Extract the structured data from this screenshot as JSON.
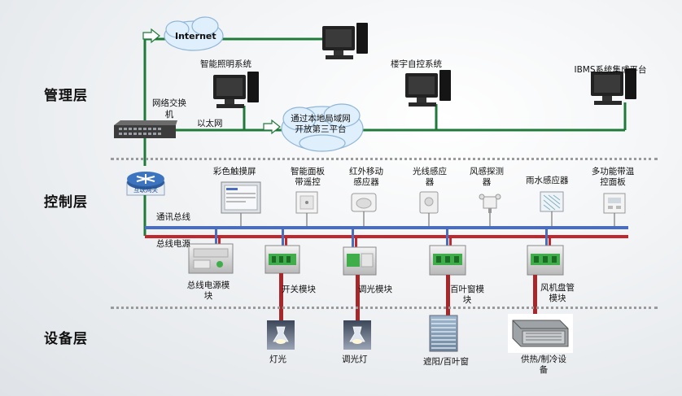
{
  "layers": {
    "management": "管理层",
    "control": "控制层",
    "device": "设备层"
  },
  "management": {
    "internet": "Internet",
    "switch": "网络交换机",
    "ethernet": "以太网",
    "lighting_system": "智能照明系统",
    "building_control": "楼宇自控系统",
    "ibms": "IBMS系统集成平台",
    "third_party": "通过本地局域网开放第三平台"
  },
  "control": {
    "gateway_badge": "互联网关",
    "comm_bus": "通讯总线",
    "power_bus": "总线电源",
    "touch_screen": "彩色触摸屏",
    "smart_panel": "智能面板带遥控",
    "pir_sensor": "红外移动感应器",
    "light_sensor": "光线感应器",
    "wind_sensor": "风感探测器",
    "rain_sensor": "雨水感应器",
    "multi_panel": "多功能带温控面板"
  },
  "modules": {
    "power_module": "总线电源模块",
    "switch_module": "开关模块",
    "dimmer_module": "调光模块",
    "blind_module": "百叶窗模块",
    "fancoil_module": "风机盘管模块"
  },
  "devices": {
    "light": "灯光",
    "dimmable_light": "调光灯",
    "blinds": "遮阳/百叶窗",
    "hvac": "供热/制冷设备"
  },
  "colors": {
    "ethernet_line": "#1f7a3a",
    "comm_bus": "#4a6dbd",
    "power_bus": "#c0282d",
    "cloud": "#dfeffb",
    "module_green": "#3fae4a"
  }
}
